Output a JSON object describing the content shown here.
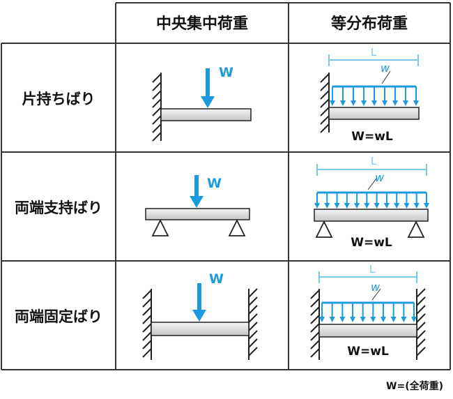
{
  "headers": {
    "col1": "中央集中荷重",
    "col2": "等分布荷重"
  },
  "rows": [
    {
      "label": "片持ちばり",
      "point_load_label": "W",
      "span_label": "L",
      "dist_load_label": "w",
      "formula": "W=wL"
    },
    {
      "label": "両端支持ばり",
      "point_load_label": "W",
      "span_label": "L",
      "dist_load_label": "w",
      "formula": "W=wL"
    },
    {
      "label": "両端固定ばり",
      "point_load_label": "W",
      "span_label": "L",
      "dist_load_label": "w",
      "formula": "W=wL"
    }
  ],
  "footnote": "W=(全荷重)",
  "colors": {
    "arrow": "#1a9be0",
    "dimension": "#7cc8ee",
    "grid": "#333333",
    "beam_fill_top": "#f2f2f2",
    "beam_fill_bottom": "#c9c9c9"
  }
}
